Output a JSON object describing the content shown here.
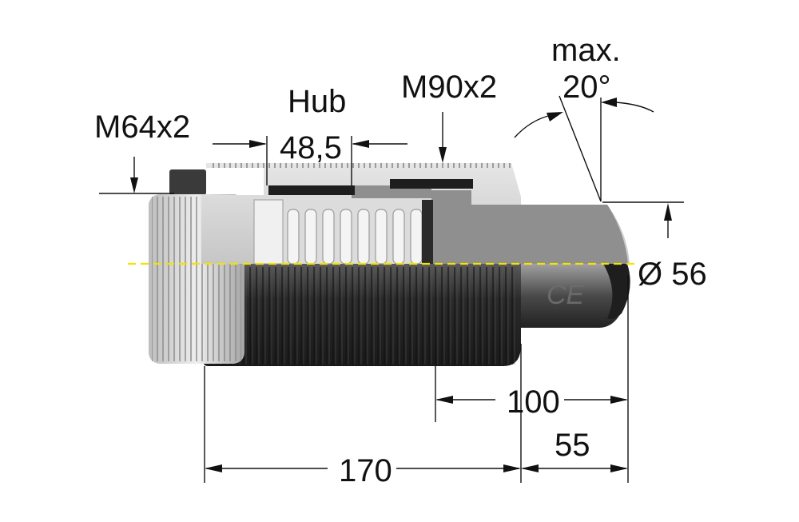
{
  "labels": {
    "thread_left": "M64x2",
    "stroke_title": "Hub",
    "stroke_value": "48,5",
    "thread_body": "M90x2",
    "angle_line1": "max.",
    "angle_line2": "20°",
    "diameter": "Ø 56",
    "dim_100": "100",
    "dim_170": "170",
    "dim_55": "55",
    "ce_mark": "CE"
  },
  "colors": {
    "background": "#ffffff",
    "body_dark": "#2b2b2b",
    "body_mid": "#4a4a4a",
    "section_light": "#d8d8d8",
    "section_grey": "#8f8f8f",
    "spring": "#f4f4f4",
    "centerline": "#f2e300",
    "dimension": "#111111"
  }
}
